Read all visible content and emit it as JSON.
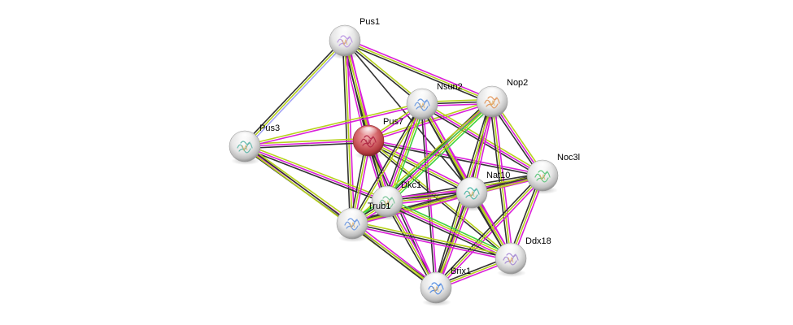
{
  "network": {
    "query_protein": "Pus7",
    "edge_colors": {
      "textmining": "#b7d21c",
      "coexpression": "#333333",
      "experiments": "#d920d9",
      "databases": "#3fd23f",
      "homology": "#a3a3f5"
    },
    "node_colors": {
      "query": "#d15a5f",
      "neighbor": "#e8e8e8"
    },
    "nodes": [
      {
        "id": "Pus1",
        "label": "Pus1",
        "query": false,
        "structure_hue": "#b48ce0"
      },
      {
        "id": "Pus3",
        "label": "Pus3",
        "query": false,
        "structure_hue": "#4fb0a0"
      },
      {
        "id": "Pus7",
        "label": "Pus7",
        "query": true,
        "structure_hue": "#b02040"
      },
      {
        "id": "Nsun2",
        "label": "Nsun2",
        "query": false,
        "structure_hue": "#5a8fe0"
      },
      {
        "id": "Nop2",
        "label": "Nop2",
        "query": false,
        "structure_hue": "#e09050"
      },
      {
        "id": "Noc3l",
        "label": "Noc3l",
        "query": false,
        "structure_hue": "#50c070"
      },
      {
        "id": "Nat10",
        "label": "Nat10",
        "query": false,
        "structure_hue": "#40b0a0"
      },
      {
        "id": "Dkc1",
        "label": "Dkc1",
        "query": false,
        "structure_hue": "#70c090"
      },
      {
        "id": "Trub1",
        "label": "Trub1",
        "query": false,
        "structure_hue": "#6090e0"
      },
      {
        "id": "Ddx18",
        "label": "Ddx18",
        "query": false,
        "structure_hue": "#a080d0"
      },
      {
        "id": "Brix1",
        "label": "Brix1",
        "query": false,
        "structure_hue": "#4080e0"
      }
    ],
    "edges": [
      {
        "source": "Pus1",
        "target": "Pus3",
        "types": [
          "homology",
          "textmining",
          "coexpression"
        ]
      },
      {
        "source": "Pus1",
        "target": "Pus7",
        "types": [
          "experiments",
          "textmining",
          "coexpression",
          "experiments"
        ]
      },
      {
        "source": "Pus1",
        "target": "Nsun2",
        "types": [
          "textmining",
          "coexpression"
        ]
      },
      {
        "source": "Pus1",
        "target": "Nop2",
        "types": [
          "experiments",
          "textmining",
          "coexpression"
        ]
      },
      {
        "source": "Pus1",
        "target": "Dkc1",
        "types": [
          "experiments",
          "textmining",
          "coexpression"
        ]
      },
      {
        "source": "Pus1",
        "target": "Trub1",
        "types": [
          "experiments",
          "textmining",
          "coexpression"
        ]
      },
      {
        "source": "Pus1",
        "target": "Nat10",
        "types": [
          "coexpression"
        ]
      },
      {
        "source": "Pus3",
        "target": "Pus7",
        "types": [
          "textmining",
          "experiments",
          "coexpression"
        ]
      },
      {
        "source": "Pus3",
        "target": "Nsun2",
        "types": [
          "textmining",
          "experiments"
        ]
      },
      {
        "source": "Pus3",
        "target": "Dkc1",
        "types": [
          "textmining",
          "experiments",
          "coexpression"
        ]
      },
      {
        "source": "Pus3",
        "target": "Trub1",
        "types": [
          "textmining",
          "experiments",
          "coexpression"
        ]
      },
      {
        "source": "Pus3",
        "target": "Brix1",
        "types": [
          "coexpression",
          "textmining"
        ]
      },
      {
        "source": "Pus7",
        "target": "Nsun2",
        "types": [
          "textmining",
          "experiments"
        ]
      },
      {
        "source": "Pus7",
        "target": "Nop2",
        "types": [
          "textmining",
          "experiments"
        ]
      },
      {
        "source": "Pus7",
        "target": "Dkc1",
        "types": [
          "experiments",
          "textmining",
          "coexpression",
          "experiments"
        ]
      },
      {
        "source": "Pus7",
        "target": "Trub1",
        "types": [
          "experiments",
          "textmining",
          "coexpression"
        ]
      },
      {
        "source": "Pus7",
        "target": "Nat10",
        "types": [
          "experiments",
          "textmining",
          "coexpression"
        ]
      },
      {
        "source": "Pus7",
        "target": "Noc3l",
        "types": [
          "experiments",
          "coexpression"
        ]
      },
      {
        "source": "Pus7",
        "target": "Ddx18",
        "types": [
          "textmining",
          "coexpression"
        ]
      },
      {
        "source": "Pus7",
        "target": "Brix1",
        "types": [
          "experiments",
          "coexpression"
        ]
      },
      {
        "source": "Nsun2",
        "target": "Nop2",
        "types": [
          "textmining",
          "coexpression",
          "experiments"
        ]
      },
      {
        "source": "Nsun2",
        "target": "Dkc1",
        "types": [
          "databases",
          "textmining",
          "experiments",
          "coexpression"
        ]
      },
      {
        "source": "Nsun2",
        "target": "Trub1",
        "types": [
          "textmining",
          "coexpression"
        ]
      },
      {
        "source": "Nsun2",
        "target": "Nat10",
        "types": [
          "experiments",
          "textmining",
          "coexpression"
        ]
      },
      {
        "source": "Nsun2",
        "target": "Noc3l",
        "types": [
          "textmining",
          "experiments",
          "coexpression"
        ]
      },
      {
        "source": "Nsun2",
        "target": "Ddx18",
        "types": [
          "experiments",
          "textmining",
          "coexpression"
        ]
      },
      {
        "source": "Nsun2",
        "target": "Brix1",
        "types": [
          "experiments",
          "coexpression"
        ]
      },
      {
        "source": "Nop2",
        "target": "Dkc1",
        "types": [
          "databases",
          "textmining",
          "experiments",
          "coexpression"
        ]
      },
      {
        "source": "Nop2",
        "target": "Trub1",
        "types": [
          "databases",
          "textmining"
        ]
      },
      {
        "source": "Nop2",
        "target": "Nat10",
        "types": [
          "experiments",
          "textmining",
          "coexpression"
        ]
      },
      {
        "source": "Nop2",
        "target": "Noc3l",
        "types": [
          "textmining",
          "experiments",
          "coexpression"
        ]
      },
      {
        "source": "Nop2",
        "target": "Ddx18",
        "types": [
          "experiments",
          "textmining",
          "coexpression"
        ]
      },
      {
        "source": "Nop2",
        "target": "Brix1",
        "types": [
          "experiments",
          "textmining",
          "coexpression"
        ]
      },
      {
        "source": "Noc3l",
        "target": "Nat10",
        "types": [
          "experiments",
          "textmining",
          "coexpression"
        ]
      },
      {
        "source": "Noc3l",
        "target": "Dkc1",
        "types": [
          "experiments",
          "textmining",
          "coexpression"
        ]
      },
      {
        "source": "Noc3l",
        "target": "Ddx18",
        "types": [
          "experiments",
          "textmining",
          "coexpression"
        ]
      },
      {
        "source": "Noc3l",
        "target": "Brix1",
        "types": [
          "experiments",
          "textmining",
          "coexpression"
        ]
      },
      {
        "source": "Noc3l",
        "target": "Trub1",
        "types": [
          "textmining",
          "coexpression"
        ]
      },
      {
        "source": "Nat10",
        "target": "Dkc1",
        "types": [
          "experiments",
          "textmining",
          "coexpression",
          "experiments"
        ]
      },
      {
        "source": "Nat10",
        "target": "Trub1",
        "types": [
          "experiments",
          "textmining",
          "coexpression"
        ]
      },
      {
        "source": "Nat10",
        "target": "Ddx18",
        "types": [
          "experiments",
          "textmining",
          "coexpression"
        ]
      },
      {
        "source": "Nat10",
        "target": "Brix1",
        "types": [
          "experiments",
          "textmining",
          "coexpression"
        ]
      },
      {
        "source": "Dkc1",
        "target": "Trub1",
        "types": [
          "experiments",
          "textmining",
          "coexpression",
          "databases"
        ]
      },
      {
        "source": "Dkc1",
        "target": "Ddx18",
        "types": [
          "databases",
          "textmining",
          "experiments",
          "coexpression"
        ]
      },
      {
        "source": "Dkc1",
        "target": "Brix1",
        "types": [
          "experiments",
          "textmining",
          "coexpression"
        ]
      },
      {
        "source": "Trub1",
        "target": "Ddx18",
        "types": [
          "textmining",
          "coexpression",
          "experiments"
        ]
      },
      {
        "source": "Trub1",
        "target": "Brix1",
        "types": [
          "experiments",
          "textmining",
          "coexpression"
        ]
      },
      {
        "source": "Ddx18",
        "target": "Brix1",
        "types": [
          "experiments",
          "textmining",
          "coexpression"
        ]
      }
    ]
  }
}
